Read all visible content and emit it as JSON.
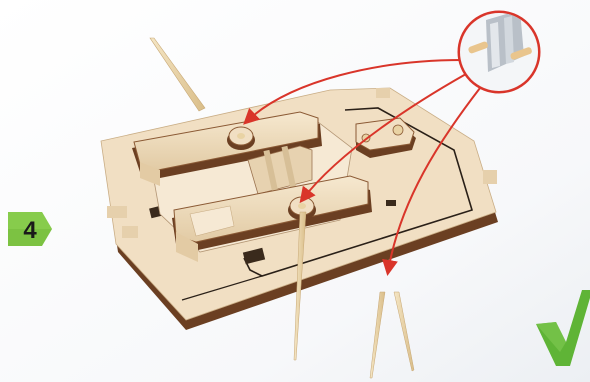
{
  "step": {
    "number": "4"
  },
  "colors": {
    "plywood_face": "#f1dfc3",
    "plywood_light": "#f6e9d4",
    "plywood_shade": "#d9c29e",
    "plywood_edge": "#6b3f22",
    "callout_ring": "#d9352a",
    "arrow": "#d9352a",
    "badge_fill": "#7cc242",
    "check_fill": "#5fb436",
    "pin": "#e9d3a4"
  },
  "icons": {
    "badge": "hexagon-step-badge",
    "callout": "toothpick-detail-callout",
    "check": "check-mark-icon"
  }
}
